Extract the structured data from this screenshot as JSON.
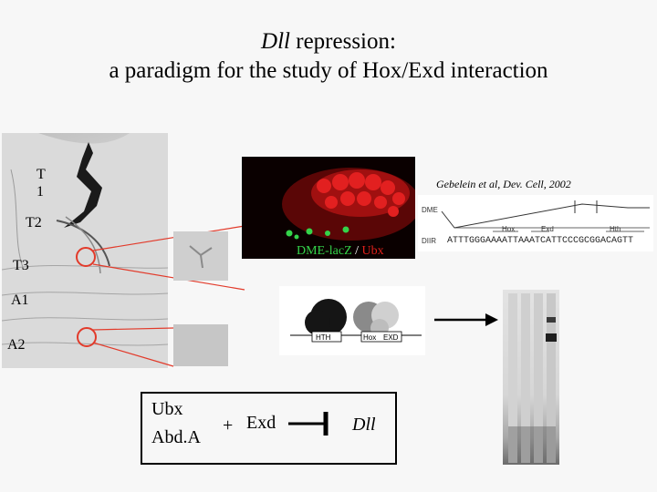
{
  "slide": {
    "title_gene": "Dll",
    "title_rest": " repression:",
    "subtitle": "a paradigm for the study of Hox/Exd interaction"
  },
  "embryo": {
    "segment_labels": [
      "T\n1",
      "T2",
      "T3",
      "A1",
      "A2"
    ]
  },
  "fluorescence": {
    "label_green": "DME-lacZ",
    "label_separator": " / ",
    "label_red": "Ubx"
  },
  "citation": "Gebelein et al, Dev. Cell, 2002",
  "promoter": {
    "row_labels": [
      "DME",
      "DIIR"
    ],
    "site_labels": [
      "Hox",
      "Exd",
      "Hth"
    ],
    "sequence": "ATTTGGGAAAATTAAATCATTCCCGCGGACAGTT"
  },
  "complex": {
    "labels": [
      "HTH",
      "Hox",
      "EXD"
    ]
  },
  "summary": {
    "factor1": "Ubx",
    "factor2": "Abd.A",
    "plus": "+",
    "cofactor": "Exd",
    "target": "Dll"
  },
  "colors": {
    "circle": "#e23a2a",
    "green_label": "#34d34a",
    "red_label": "#e0201b"
  }
}
